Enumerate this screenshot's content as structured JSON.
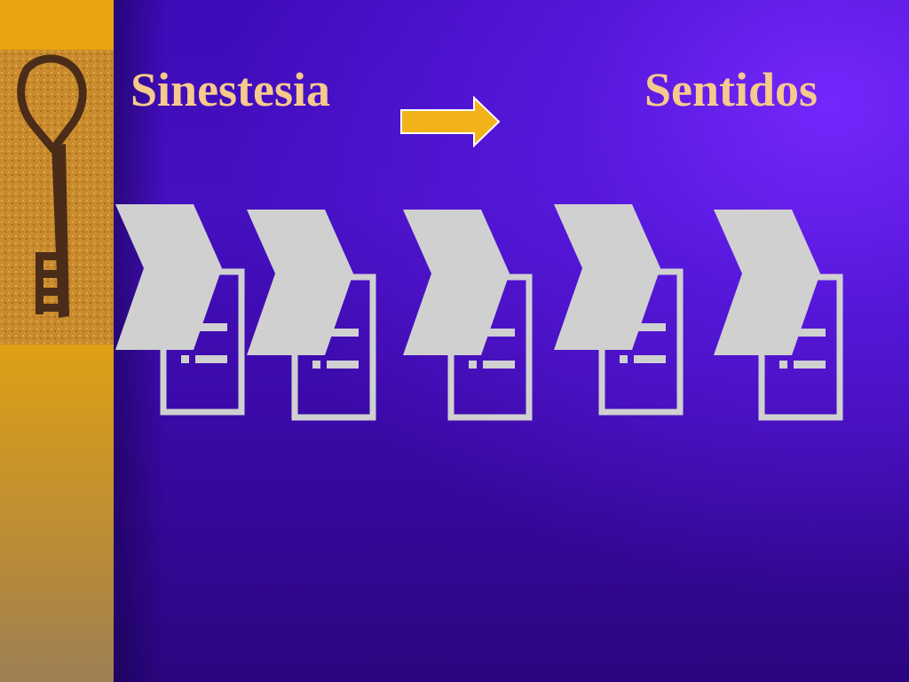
{
  "slide": {
    "title_left": "Sinestesia",
    "title_right": "Sentidos"
  },
  "colors": {
    "background": "#3d0bb8",
    "left_bar": "#e8a40f",
    "title_text": "#f6c98c",
    "arrow_fill": "#f2b21a",
    "chevron_fill": "#d0d0d0"
  },
  "icons": [
    "key-image",
    "arrow-right-icon",
    "chevron-icon",
    "list-placeholder-icon"
  ],
  "diagram": {
    "step_count": 5
  }
}
